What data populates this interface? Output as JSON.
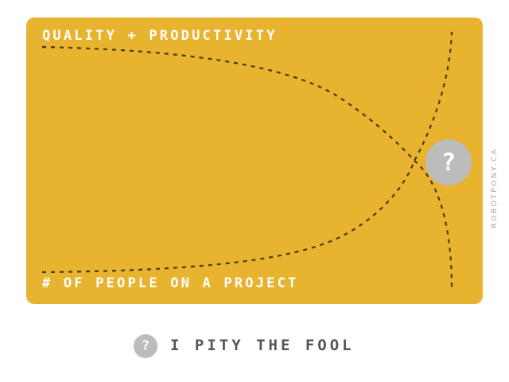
{
  "colors": {
    "card": "#e8b32e",
    "dash": "#4a3a1a",
    "text": "#ffffff",
    "badge": "#bcbcbc",
    "caption": "#555555",
    "credit": "#a3a3a3"
  },
  "card": {
    "top_label": "QUALITY + PRODUCTIVITY",
    "bottom_label": "# OF PEOPLE ON A PROJECT",
    "badge_icon": "question-mark-icon",
    "badge_glyph": "?"
  },
  "credit": "ROBOTPONY.CA",
  "caption": {
    "icon": "question-mark-icon",
    "glyph": "?",
    "text": "I PITY THE FOOL"
  }
}
